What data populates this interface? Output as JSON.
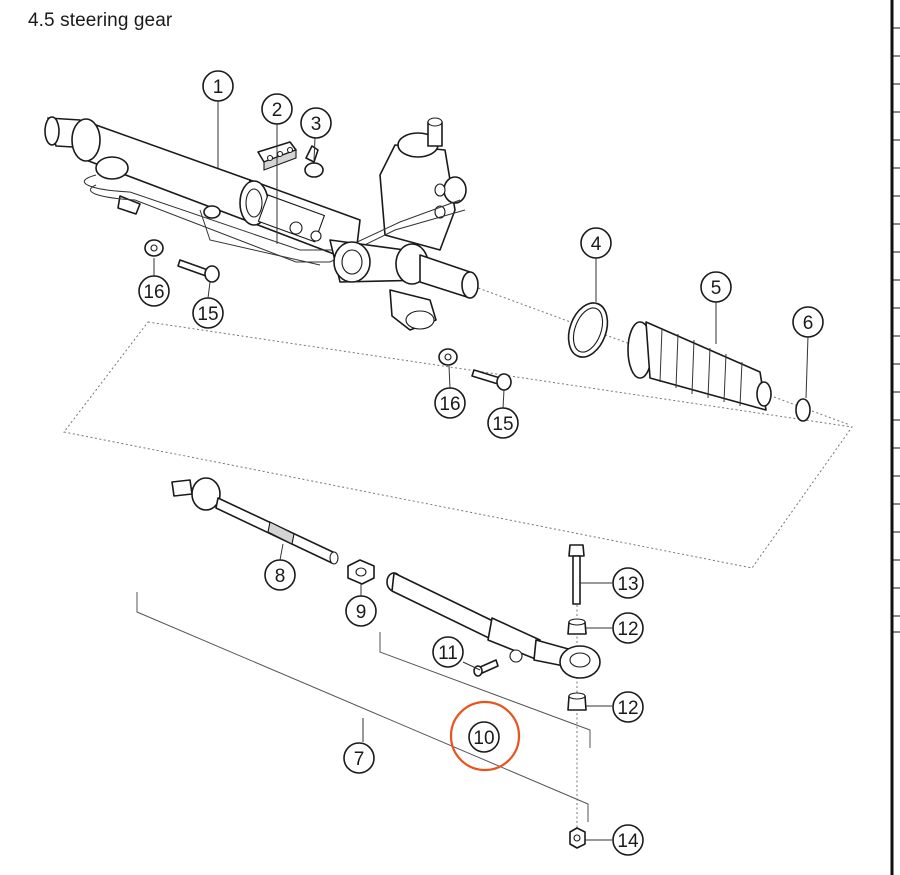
{
  "header": {
    "title": "4.5  steering gear"
  },
  "callouts": {
    "c1": "1",
    "c2": "2",
    "c3": "3",
    "c4": "4",
    "c5": "5",
    "c6": "6",
    "c7": "7",
    "c8": "8",
    "c9": "9",
    "c10": "10",
    "c11": "11",
    "c12a": "12",
    "c12b": "12",
    "c13": "13",
    "c14": "14",
    "c15a": "15",
    "c15b": "15",
    "c16a": "16",
    "c16b": "16"
  },
  "highlight": {
    "callout": "10",
    "color": "#e8541e"
  }
}
